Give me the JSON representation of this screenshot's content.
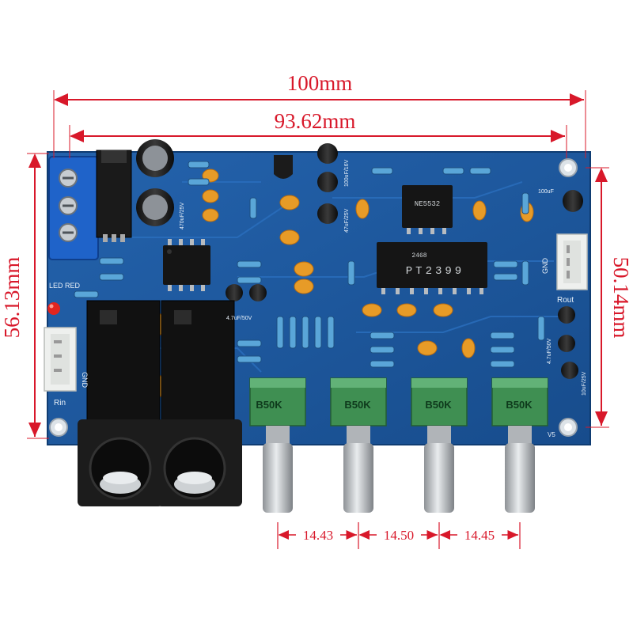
{
  "dimensions": {
    "overall_width": "100mm",
    "hole_spacing": "93.62mm",
    "left_height": "56.13mm",
    "right_height": "50.14mm",
    "pot_spacing": [
      "14.43",
      "14.50",
      "14.45"
    ]
  },
  "board_labels": {
    "led": "LED RED",
    "gnd_left": "GND",
    "rin": "Rin",
    "gnd_right": "GND",
    "rout": "Rout",
    "cap_470": "470uF/25V",
    "cap_100_16": "100uF/16V",
    "cap_47": "47uF/25V",
    "cap_47_50": "4.7uF/50V",
    "cap_100_25": "100uF",
    "cap_10_25": "10uF/25V",
    "v5": "V5",
    "cap_small": "4.7uF/50V"
  },
  "ic_labels": {
    "main_ic": "PT2399",
    "main_ic_code": "2468",
    "op_amp_top": "NE5532"
  },
  "pots": [
    "B50K",
    "B50K",
    "B50K",
    "B50K"
  ],
  "colors": {
    "dimension": "#d8182a",
    "pcb": "#1e5aa0",
    "pot_body": "#3f8f52"
  }
}
